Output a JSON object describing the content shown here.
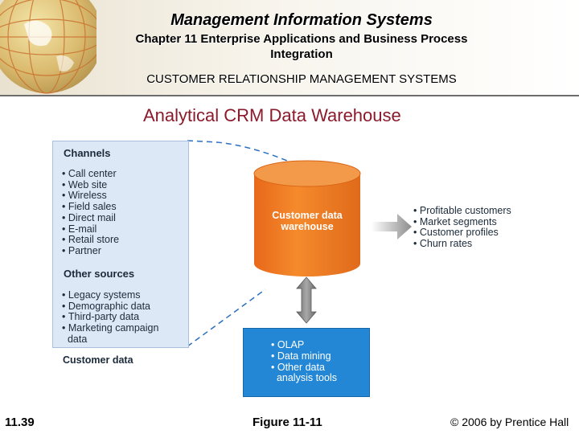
{
  "header": {
    "title": "Management Information Systems",
    "chapter_line1": "Chapter 11 Enterprise Applications and Business Process",
    "chapter_line2": "Integration",
    "section": "CUSTOMER RELATIONSHIP MANAGEMENT SYSTEMS"
  },
  "slide_title": "Analytical CRM Data Warehouse",
  "left_panel": {
    "channels_heading": "Channels",
    "channels": [
      "Call center",
      "Web site",
      "Wireless",
      "Field sales",
      "Direct mail",
      "E-mail",
      "Retail store",
      "Partner"
    ],
    "other_heading": "Other sources",
    "other_sources": [
      "Legacy systems",
      "Demographic data",
      "Third-party data",
      "Marketing campaign"
    ],
    "other_sources_cont": "data",
    "customer_data_label": "Customer data"
  },
  "warehouse": {
    "label_line1": "Customer data",
    "label_line2": "warehouse",
    "color": "#f07a1c"
  },
  "outputs": [
    "Profitable customers",
    "Market segments",
    "Customer profiles",
    "Churn rates"
  ],
  "analysis_box": {
    "items": [
      "OLAP",
      "Data mining",
      "Other data"
    ],
    "items_cont": "analysis tools",
    "color": "#2387d6"
  },
  "footer": {
    "slide_number": "11.39",
    "figure": "Figure 11-11",
    "copyright": "© 2006 by Prentice Hall"
  }
}
